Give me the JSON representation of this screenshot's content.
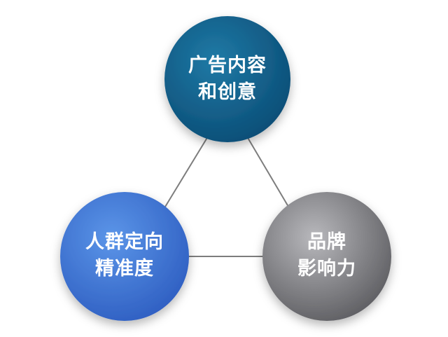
{
  "nodes": [
    {
      "id": "ad-content",
      "lines": [
        "广告内容",
        "和创意"
      ],
      "color_light": "#1f7aa6",
      "color_dark": "#0b4d76"
    },
    {
      "id": "crowd-targeting",
      "lines": [
        "人群定向",
        "精准度"
      ],
      "color_light": "#5b95e8",
      "color_dark": "#2f5fc2"
    },
    {
      "id": "brand-influence",
      "lines": [
        "品牌",
        "影响力"
      ],
      "color_light": "#b8b8bc",
      "color_dark": "#5e5e62"
    }
  ],
  "connector_color": "#7d7d7d"
}
